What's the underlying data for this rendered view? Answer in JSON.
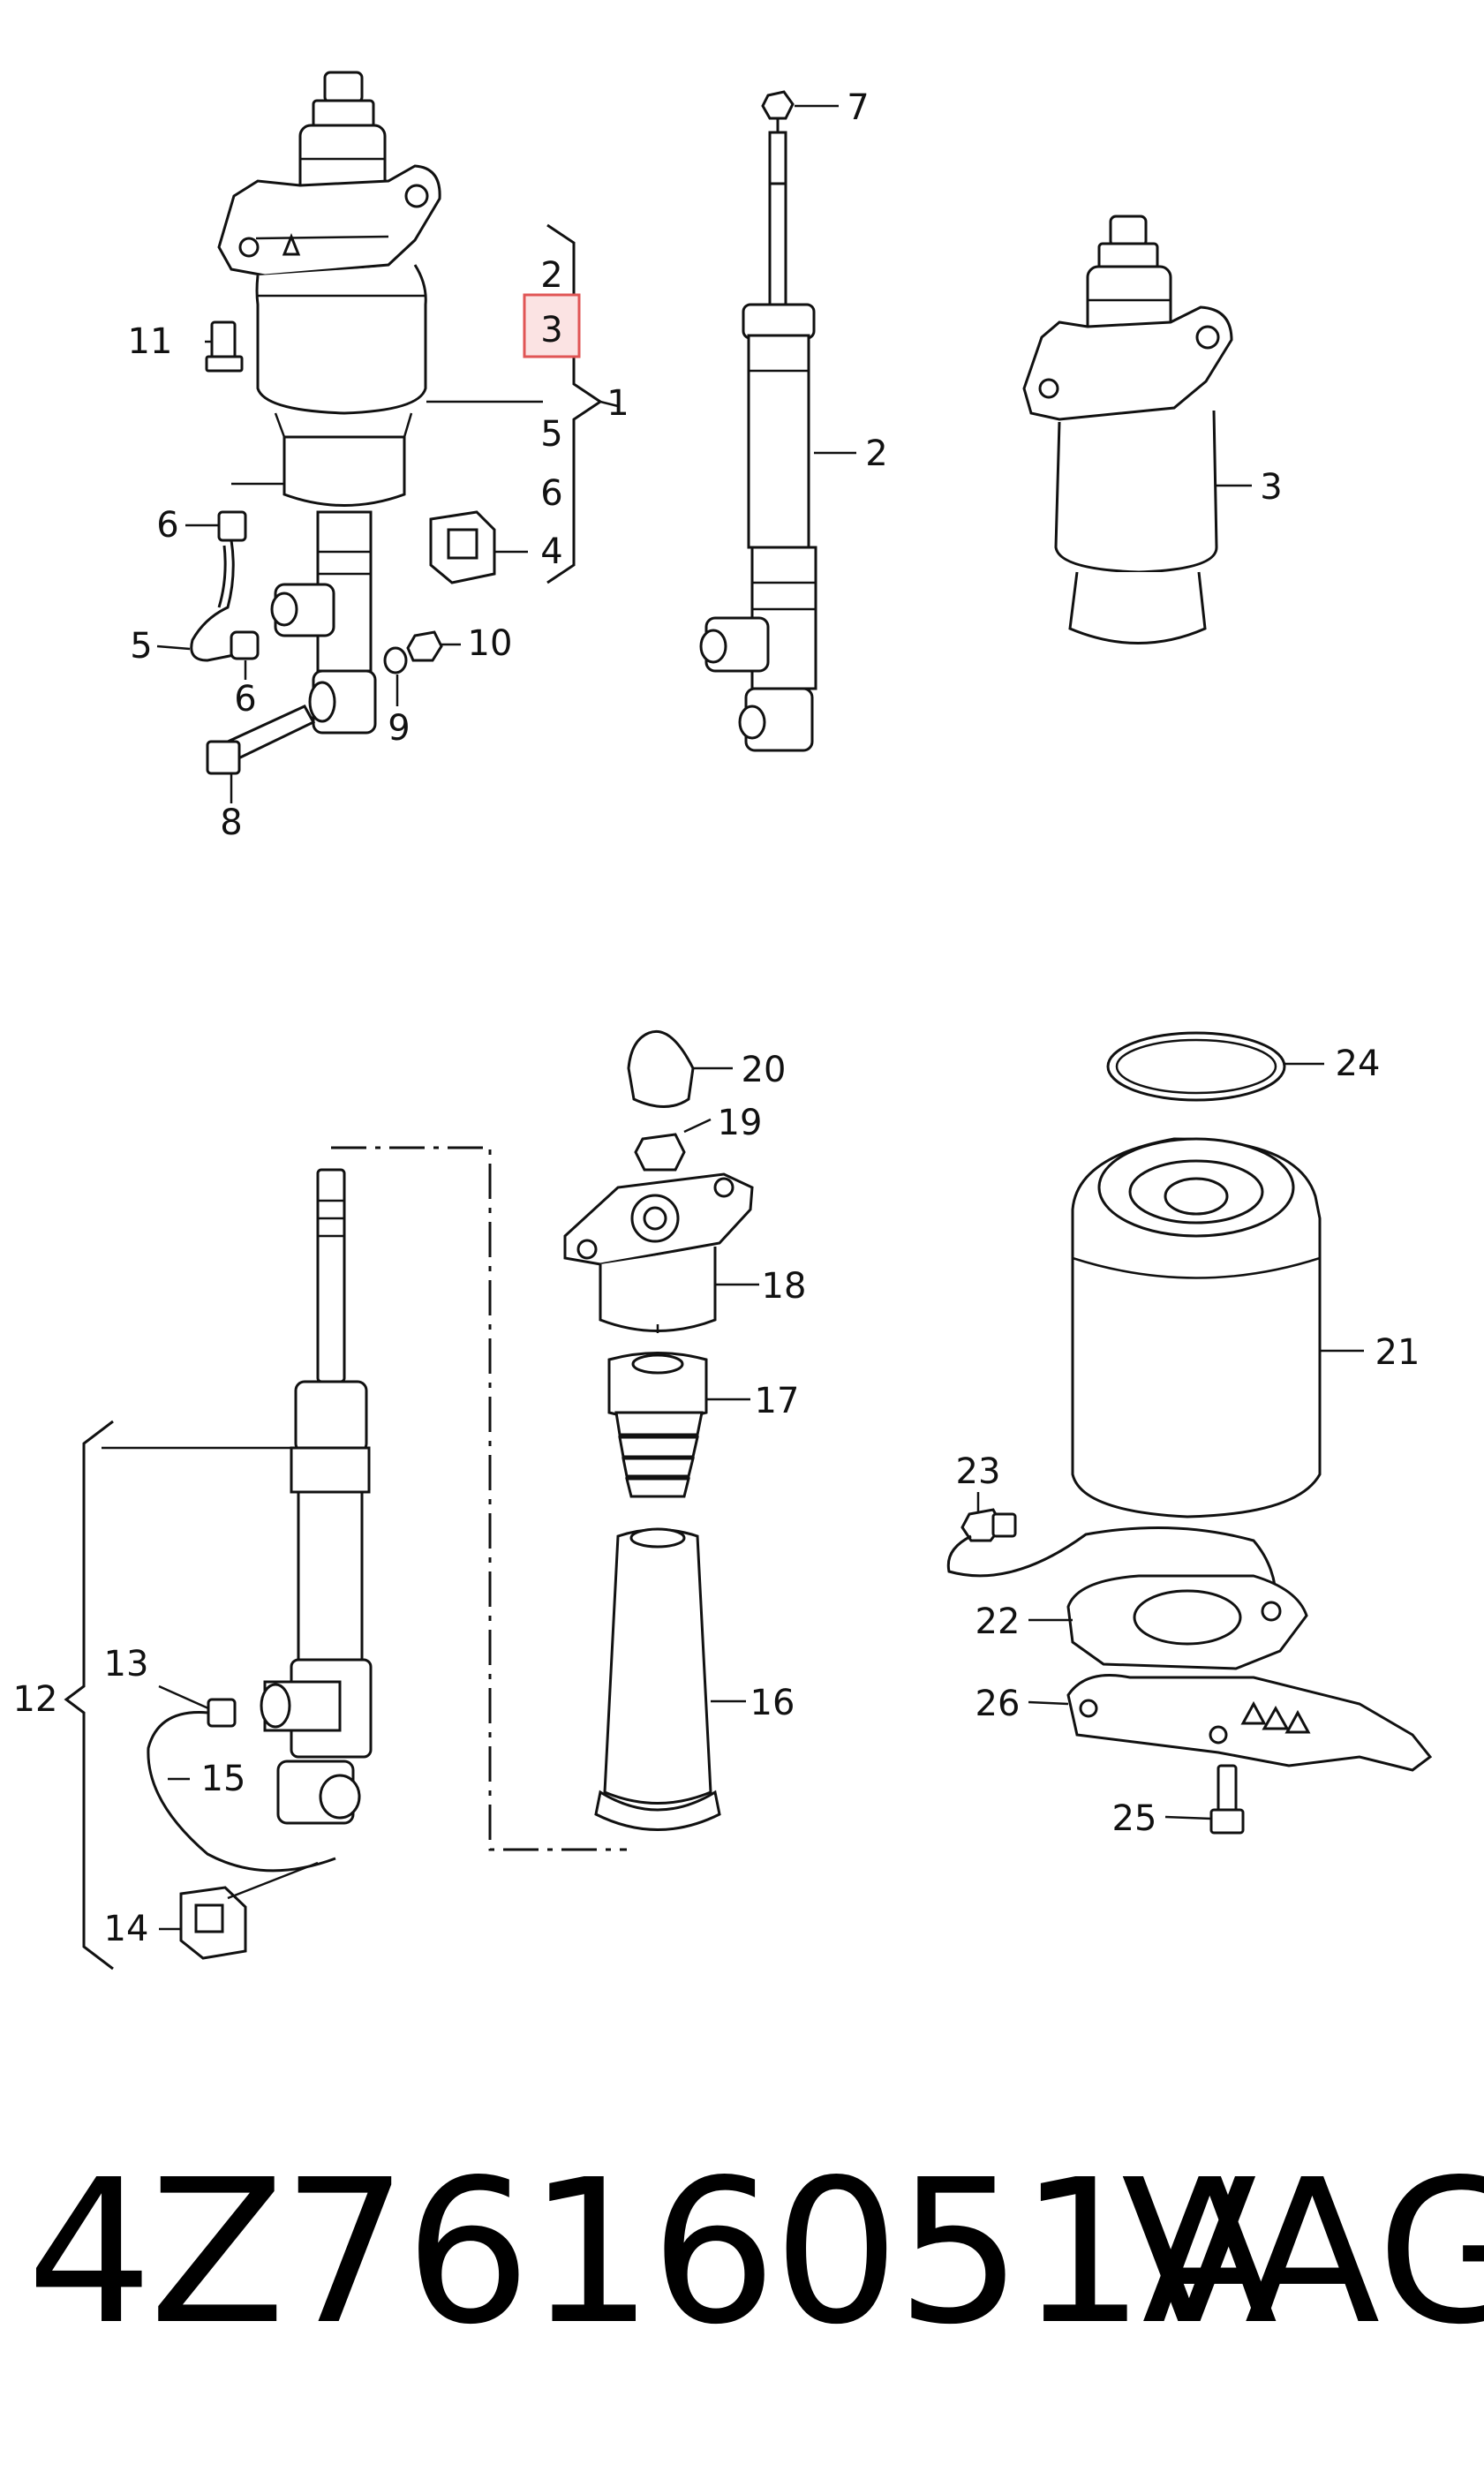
{
  "callouts": {
    "c1": "1",
    "c2a": "2",
    "c2b": "2",
    "c3a": "3",
    "c3b": "3",
    "c4": "4",
    "c5a": "5",
    "c5b": "5",
    "c6a": "6",
    "c6b": "6",
    "c6c": "6",
    "c7": "7",
    "c8": "8",
    "c9": "9",
    "c10": "10",
    "c11": "11",
    "c12": "12",
    "c13": "13",
    "c14": "14",
    "c15": "15",
    "c16": "16",
    "c17": "17",
    "c18": "18",
    "c19": "19",
    "c20": "20",
    "c21": "21",
    "c22": "22",
    "c23": "23",
    "c24": "24",
    "c25": "25",
    "c26": "26"
  },
  "highlight": {
    "color": "#e05555",
    "fill": "#fbe3e3"
  },
  "footer": {
    "part_number": "4Z7616051A",
    "brand": "VAG"
  }
}
